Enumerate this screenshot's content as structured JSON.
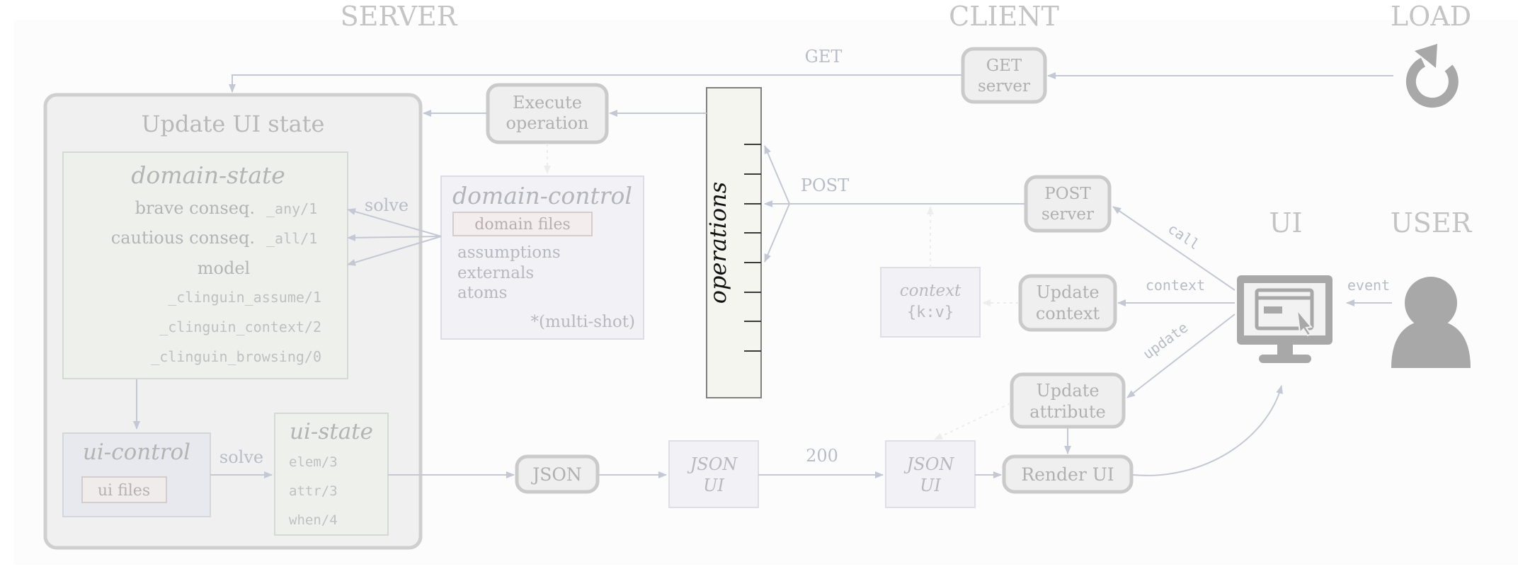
{
  "headers": {
    "server": "SERVER",
    "client": "CLIENT",
    "load": "LOAD",
    "ui": "UI",
    "user": "USER"
  },
  "server": {
    "update_ui_state_title": "Update UI state",
    "domain_state": {
      "title": "domain-state",
      "rows": [
        {
          "label": "brave conseq.",
          "pred": "_any/1"
        },
        {
          "label": "cautious conseq.",
          "pred": "_all/1"
        },
        {
          "label": "model",
          "pred": ""
        }
      ],
      "preds": [
        "_clinguin_assume/1",
        "_clinguin_context/2",
        "_clinguin_browsing/0"
      ]
    },
    "solve_label_1": "solve",
    "domain_control": {
      "title": "domain-control",
      "files": "domain files",
      "items": [
        "assumptions",
        "externals",
        "atoms"
      ],
      "note": "*(multi-shot)"
    },
    "execute_operation": [
      "Execute",
      "operation"
    ],
    "ui_control": {
      "title": "ui-control",
      "files": "ui files"
    },
    "solve_label_2": "solve",
    "ui_state": {
      "title": "ui-state",
      "items": [
        "elem/3",
        "attr/3",
        "when/4"
      ]
    },
    "json": "JSON",
    "operations": "operations"
  },
  "client": {
    "get_label": "GET",
    "get_server": [
      "GET",
      "server"
    ],
    "post_label": "POST",
    "post_server": [
      "POST",
      "server"
    ],
    "context_box": {
      "title": "context",
      "value": "{k:v}"
    },
    "update_context": [
      "Update",
      "context"
    ],
    "update_attribute": [
      "Update",
      "attribute"
    ],
    "json_ui_1": [
      "JSON",
      "UI"
    ],
    "status_200": "200",
    "json_ui_2": [
      "JSON",
      "UI"
    ],
    "render_ui": "Render UI"
  },
  "edges": {
    "call": "call",
    "context": "context",
    "update": "update",
    "event": "event"
  },
  "icons": {
    "load": "reload-icon",
    "ui": "monitor-icon",
    "user": "user-icon"
  },
  "colors": {
    "arrow": "#c3c8d4",
    "node_border": "#c6c6c6",
    "node_fill": "#efefef",
    "operations_fill": "#f5f5ef",
    "icon": "#a8a8a8"
  }
}
